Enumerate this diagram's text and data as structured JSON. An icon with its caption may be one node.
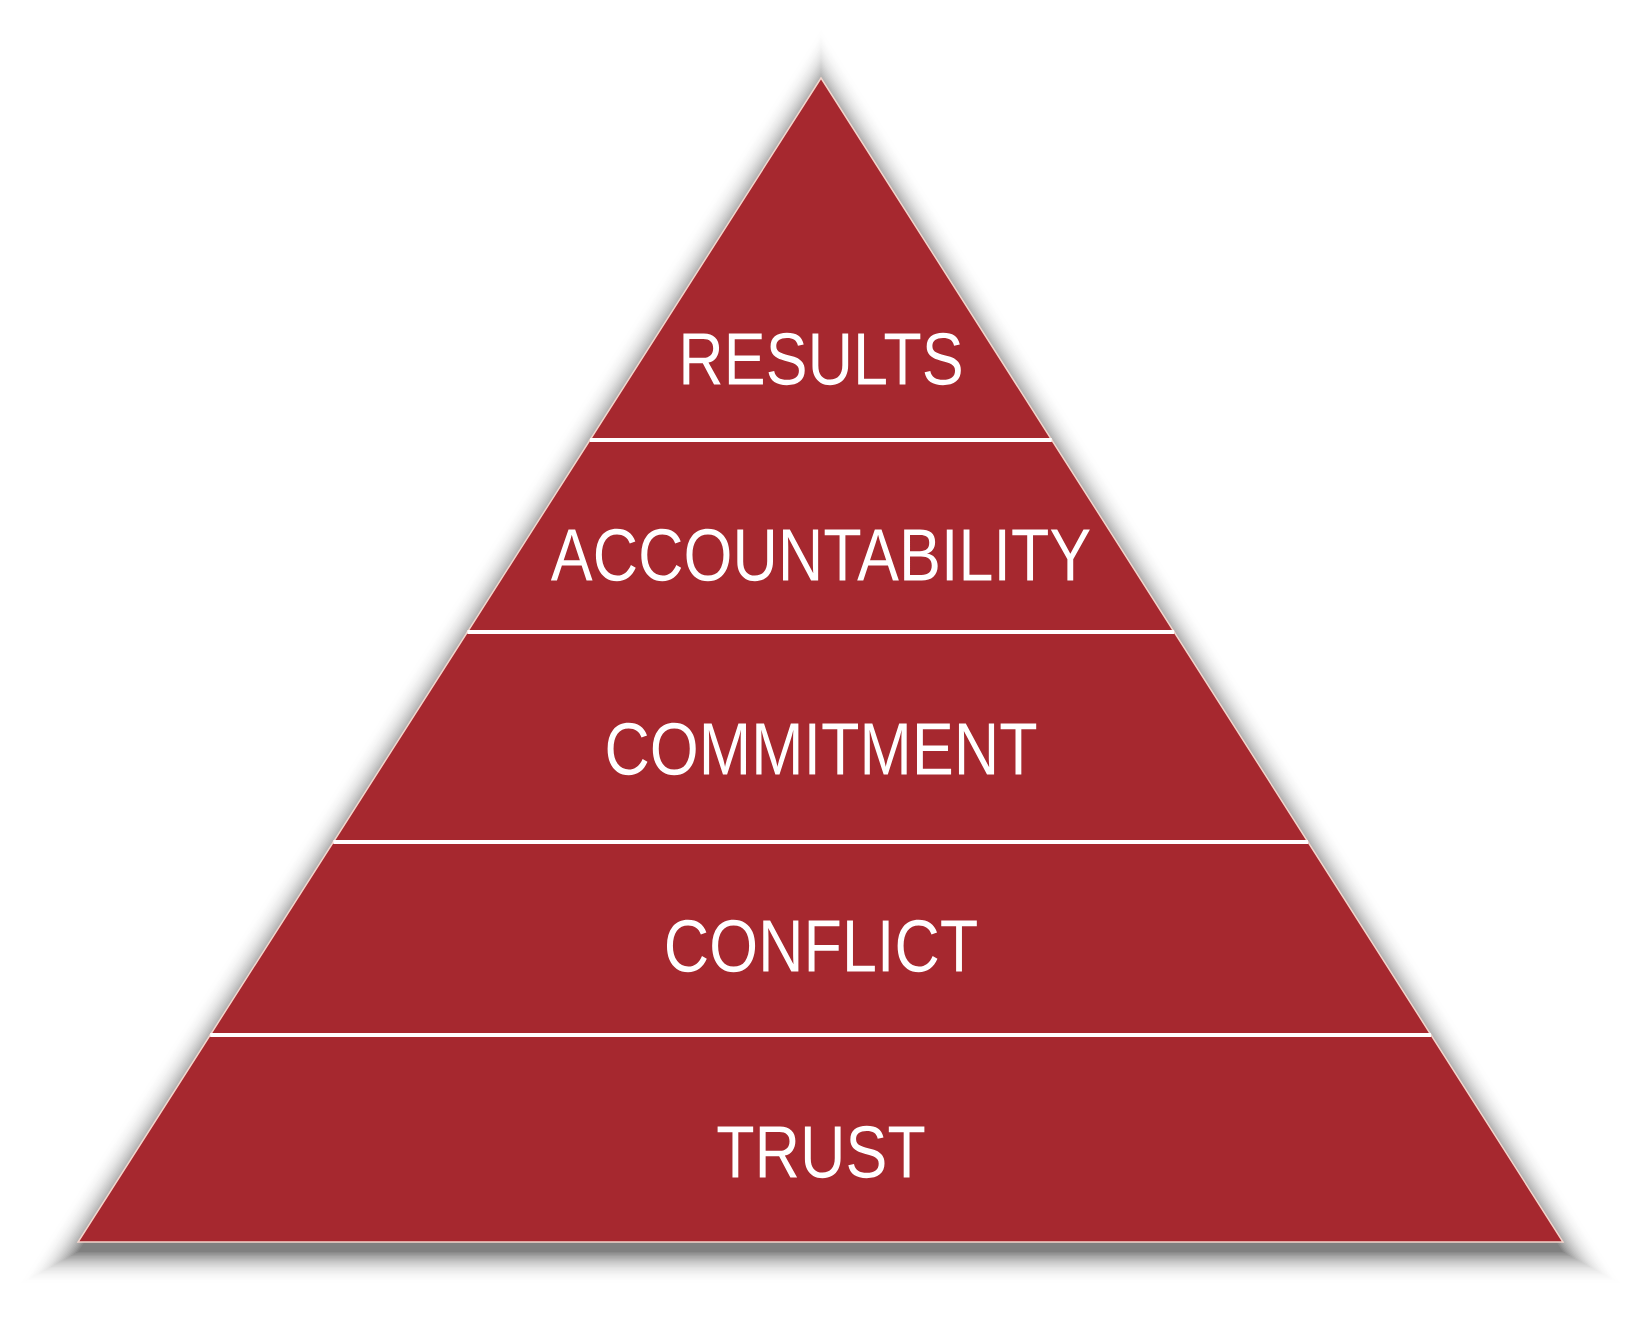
{
  "diagram": {
    "nodes": [
      {
        "text": [
          "RESULTS"
        ]
      },
      {
        "text": [
          "ACCOUNTABILITY"
        ]
      },
      {
        "text": [
          "COMMITMENT"
        ]
      },
      {
        "text": [
          "CONFLICT"
        ]
      },
      {
        "text": [
          "TRUST"
        ]
      }
    ]
  }
}
